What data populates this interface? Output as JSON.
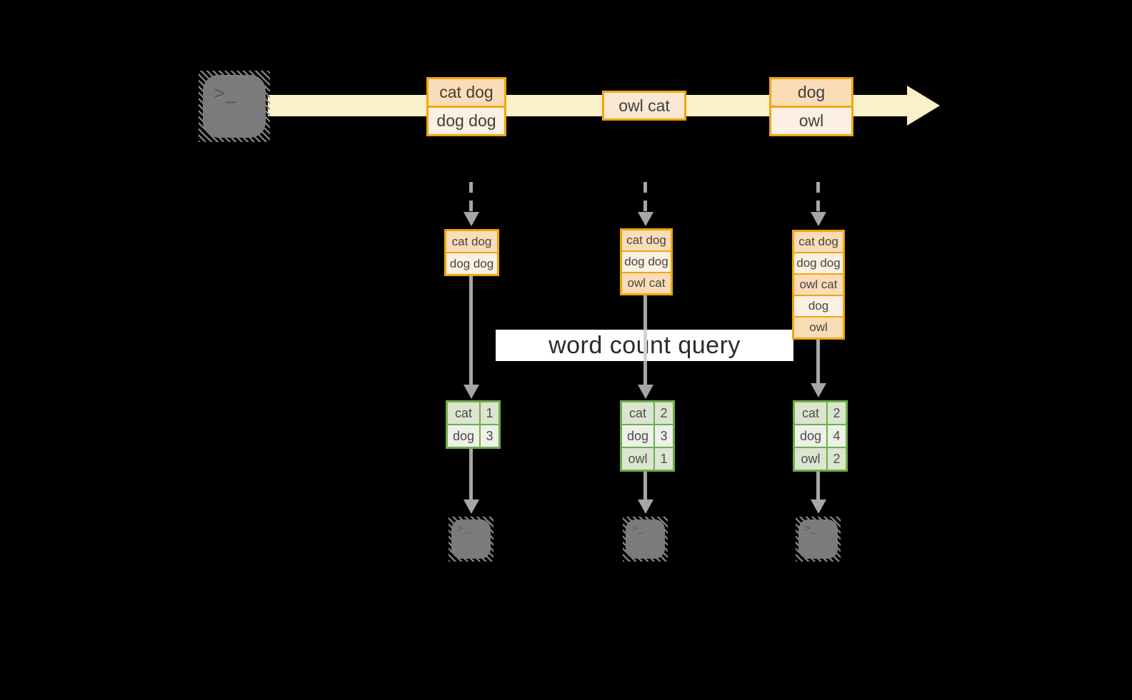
{
  "diagram": {
    "query_label": "word count query",
    "terminal_glyph": ">_",
    "stream_events": [
      {
        "lines": [
          "cat dog",
          "dog dog"
        ]
      },
      {
        "lines": [
          "owl cat"
        ]
      },
      {
        "lines": [
          "dog",
          "owl"
        ]
      }
    ],
    "windows": [
      {
        "buffer": [
          "cat dog",
          "dog dog"
        ],
        "counts": [
          {
            "word": "cat",
            "n": "1"
          },
          {
            "word": "dog",
            "n": "3"
          }
        ]
      },
      {
        "buffer": [
          "cat dog",
          "dog dog",
          "owl cat"
        ],
        "counts": [
          {
            "word": "cat",
            "n": "2"
          },
          {
            "word": "dog",
            "n": "3"
          },
          {
            "word": "owl",
            "n": "1"
          }
        ]
      },
      {
        "buffer": [
          "cat dog",
          "dog dog",
          "owl cat",
          "dog",
          "owl"
        ],
        "counts": [
          {
            "word": "cat",
            "n": "2"
          },
          {
            "word": "dog",
            "n": "4"
          },
          {
            "word": "owl",
            "n": "2"
          }
        ]
      }
    ],
    "colors": {
      "background": "#000000",
      "stream_band": "#faf0ca",
      "orange_border": "#f0a60f",
      "peach_dark": "#fadcb7",
      "peach_light": "#fcf0e2",
      "peach_mid": "#fae8d2",
      "green_border": "#6fae4d",
      "green_row_dark": "#dbe5cf",
      "green_row_light": "#edf1e8",
      "arrow_gray": "#a6a6a6",
      "terminal_gray": "#7b7b7b",
      "query_band_bg": "#ffffff"
    }
  }
}
